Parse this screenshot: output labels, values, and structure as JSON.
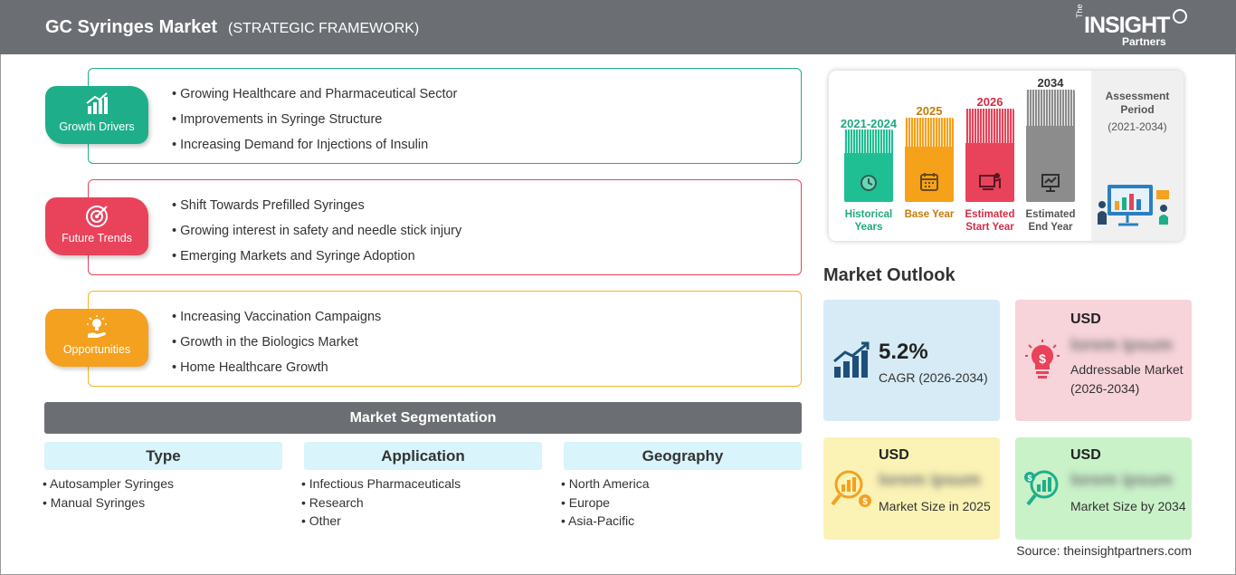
{
  "header": {
    "title": "GC Syringes Market",
    "subtitle": "(STRATEGIC FRAMEWORK)",
    "logo": {
      "the": "The",
      "insight": "INSIGHT",
      "partners": "Partners"
    }
  },
  "rows": [
    {
      "label": "Growth Drivers",
      "color": "#1fae8a",
      "icon": "growth-chart-icon",
      "items": [
        "Growing Healthcare and Pharmaceutical Sector",
        "Improvements in Syringe Structure",
        "Increasing Demand for Injections of Insulin"
      ]
    },
    {
      "label": "Future Trends",
      "color": "#e8435a",
      "icon": "target-icon",
      "items": [
        "Shift Towards Prefilled Syringes",
        "Growing interest in safety and needle stick injury",
        "Emerging Markets and Syringe Adoption"
      ]
    },
    {
      "label": "Opportunities",
      "color": "#f4a11f",
      "icon": "lightbulb-hand-icon",
      "items": [
        "Increasing Vaccination Campaigns",
        "Growth in the Biologics Market",
        "Home Healthcare Growth"
      ]
    }
  ],
  "segmentation": {
    "title": "Market Segmentation",
    "columns": [
      {
        "head": "Type",
        "items": [
          "Autosampler Syringes",
          "Manual Syringes"
        ]
      },
      {
        "head": "Application",
        "items": [
          "Infectious Pharmaceuticals",
          "Research",
          "Other"
        ]
      },
      {
        "head": "Geography",
        "items": [
          "North America",
          "Europe",
          "Asia-Pacific"
        ]
      }
    ]
  },
  "timeline": {
    "columns": [
      {
        "year": "2021-2024",
        "label": "Historical Years",
        "color": "#1fbf93",
        "icon": "history-clock-icon"
      },
      {
        "year": "2025",
        "label": "Base Year",
        "color": "#f6a11a",
        "icon": "calendar-icon"
      },
      {
        "year": "2026",
        "label": "Estimated Start Year",
        "color": "#e8435a",
        "icon": "presentation-start-icon"
      },
      {
        "year": "2034",
        "label": "Estimated End Year",
        "color": "#8c8c8c",
        "icon": "presentation-end-icon"
      }
    ],
    "assessment": {
      "label": "Assessment Period",
      "years": "(2021-2034)"
    }
  },
  "outlook": {
    "title": "Market Outlook",
    "cagr": {
      "value": "5.2%",
      "label": "CAGR (2026-2034)",
      "icon": "growth-bars-icon",
      "color": "#d6ebf6"
    },
    "addressable": {
      "usd": "USD",
      "value": "lorem ipsum",
      "label": "Addressable Market (2026-2034)",
      "icon": "dollar-bulb-icon",
      "color": "#f7d3da"
    },
    "size2025": {
      "usd": "USD",
      "value": "lorem ipsum",
      "label": "Market Size in 2025",
      "icon": "magnifier-chart-icon",
      "color": "#fbf3b5"
    },
    "size2034": {
      "usd": "USD",
      "value": "lorem ipsum",
      "label": "Market Size by 2034",
      "icon": "magnifier-growth-icon",
      "color": "#c9f2c9"
    }
  },
  "source": "Source: theinsightpartners.com"
}
